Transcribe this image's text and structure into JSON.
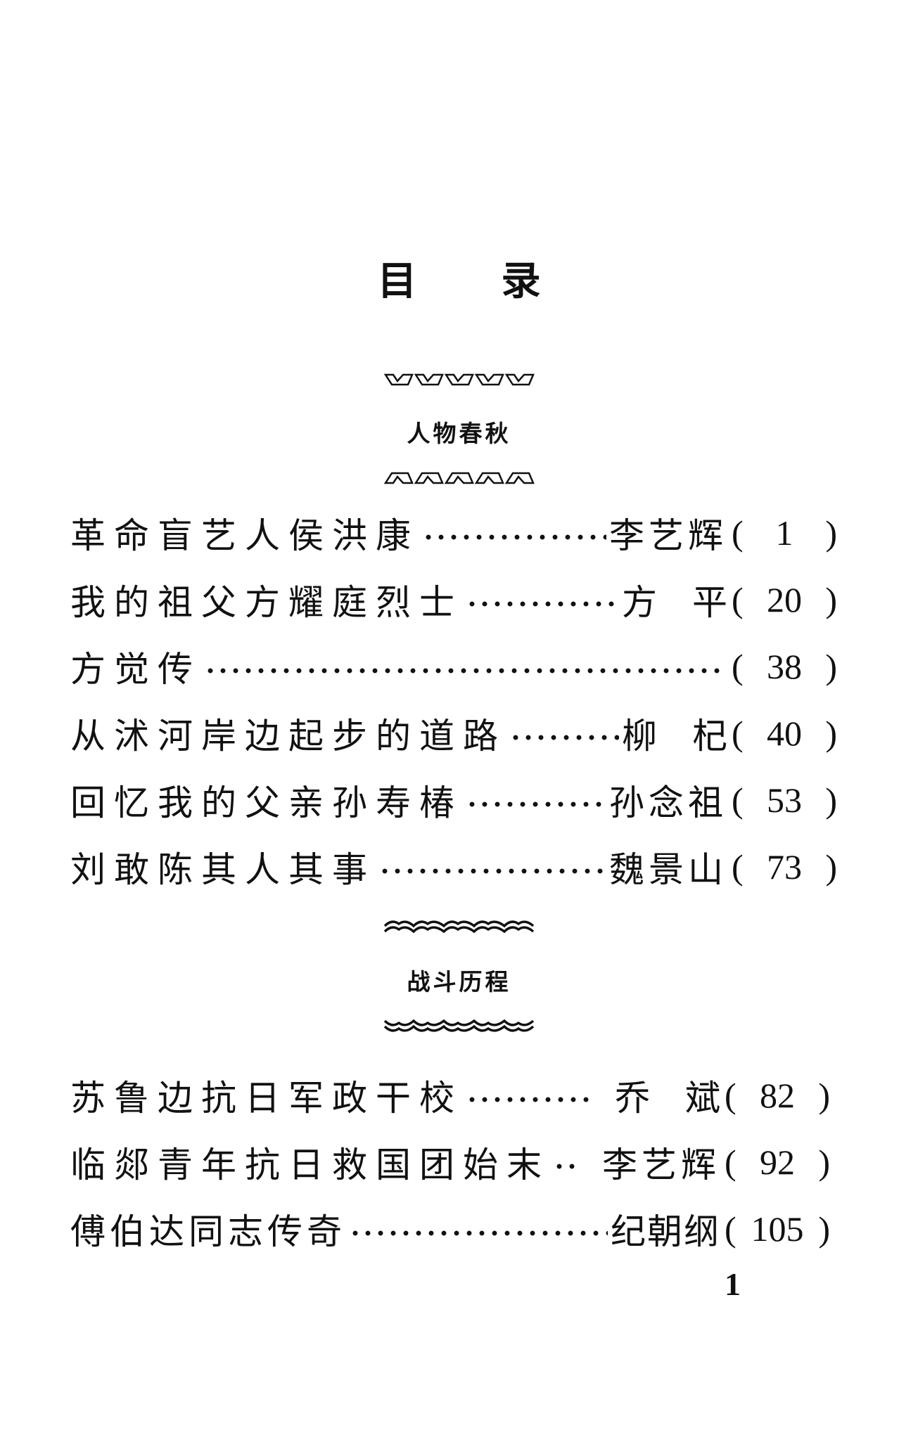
{
  "title": {
    "char1": "目",
    "char2": "录"
  },
  "sections": [
    {
      "heading": "人物春秋",
      "entries": [
        {
          "title": "革命盲艺人侯洪康",
          "author": "李艺辉",
          "page": "1"
        },
        {
          "title": "我的祖父方耀庭烈士",
          "author": "方　平",
          "page": "20"
        },
        {
          "title": "方觉传",
          "author": "",
          "page": "38"
        },
        {
          "title": "从沭河岸边起步的道路",
          "author": "柳　杞",
          "page": "40"
        },
        {
          "title": "回忆我的父亲孙寿椿",
          "author": "孙念祖",
          "page": "53"
        },
        {
          "title": "刘敢陈其人其事",
          "author": "魏景山",
          "page": "73"
        }
      ]
    },
    {
      "heading": "战斗历程",
      "entries": [
        {
          "title": "苏鲁边抗日军政干校",
          "author": "乔　斌",
          "page": "82"
        },
        {
          "title": "临郯青年抗日救国团始末",
          "author": "李艺辉",
          "page": "92"
        },
        {
          "title": "傅伯达同志传奇",
          "author": "纪朝纲",
          "page": "105"
        }
      ]
    }
  ],
  "page_number": "1",
  "paren_open": "(",
  "paren_close": ")"
}
